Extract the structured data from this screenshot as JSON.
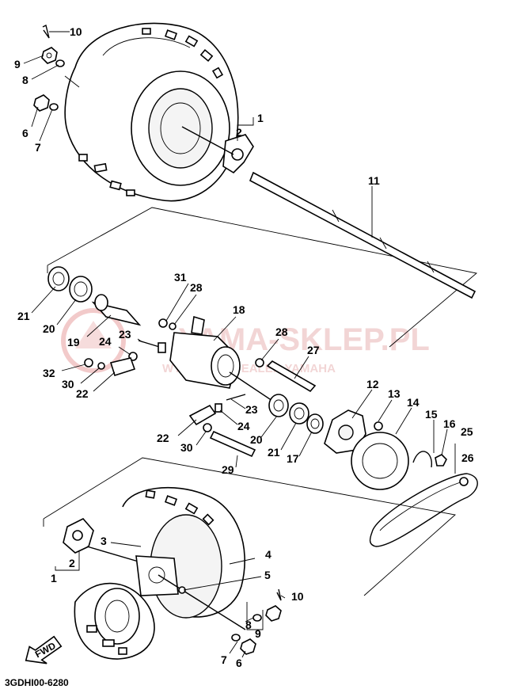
{
  "diagram_code": "3GDHI00-6280",
  "fwd_label": "FWD",
  "watermark": {
    "title": "YAMA-SKLEP.PL",
    "subtitle": "WYLACZNY DEALER YAMAHA",
    "color": "#e8b4b4"
  },
  "callouts": [
    {
      "id": "c10a",
      "text": "10"
    },
    {
      "id": "c9a",
      "text": "9"
    },
    {
      "id": "c8a",
      "text": "8"
    },
    {
      "id": "c6a",
      "text": "6"
    },
    {
      "id": "c7a",
      "text": "7"
    },
    {
      "id": "c1a",
      "text": "1"
    },
    {
      "id": "c2a",
      "text": "2"
    },
    {
      "id": "c11",
      "text": "11"
    },
    {
      "id": "c21a",
      "text": "21"
    },
    {
      "id": "c20a",
      "text": "20"
    },
    {
      "id": "c31",
      "text": "31"
    },
    {
      "id": "c28a",
      "text": "28"
    },
    {
      "id": "c18",
      "text": "18"
    },
    {
      "id": "c19",
      "text": "19"
    },
    {
      "id": "c23a",
      "text": "23"
    },
    {
      "id": "c24a",
      "text": "24"
    },
    {
      "id": "c28b",
      "text": "28"
    },
    {
      "id": "c27",
      "text": "27"
    },
    {
      "id": "c32",
      "text": "32"
    },
    {
      "id": "c30a",
      "text": "30"
    },
    {
      "id": "c22a",
      "text": "22"
    },
    {
      "id": "c12",
      "text": "12"
    },
    {
      "id": "c13",
      "text": "13"
    },
    {
      "id": "c14",
      "text": "14"
    },
    {
      "id": "c23b",
      "text": "23"
    },
    {
      "id": "c24b",
      "text": "24"
    },
    {
      "id": "c15",
      "text": "15"
    },
    {
      "id": "c16",
      "text": "16"
    },
    {
      "id": "c25",
      "text": "25"
    },
    {
      "id": "c22b",
      "text": "22"
    },
    {
      "id": "c20b",
      "text": "20"
    },
    {
      "id": "c21b",
      "text": "21"
    },
    {
      "id": "c17",
      "text": "17"
    },
    {
      "id": "c26",
      "text": "26"
    },
    {
      "id": "c30b",
      "text": "30"
    },
    {
      "id": "c29",
      "text": "29"
    },
    {
      "id": "c3",
      "text": "3"
    },
    {
      "id": "c4",
      "text": "4"
    },
    {
      "id": "c2b",
      "text": "2"
    },
    {
      "id": "c1b",
      "text": "1"
    },
    {
      "id": "c5",
      "text": "5"
    },
    {
      "id": "c10b",
      "text": "10"
    },
    {
      "id": "c8b",
      "text": "8"
    },
    {
      "id": "c9b",
      "text": "9"
    },
    {
      "id": "c7b",
      "text": "7"
    },
    {
      "id": "c6b",
      "text": "6"
    }
  ]
}
